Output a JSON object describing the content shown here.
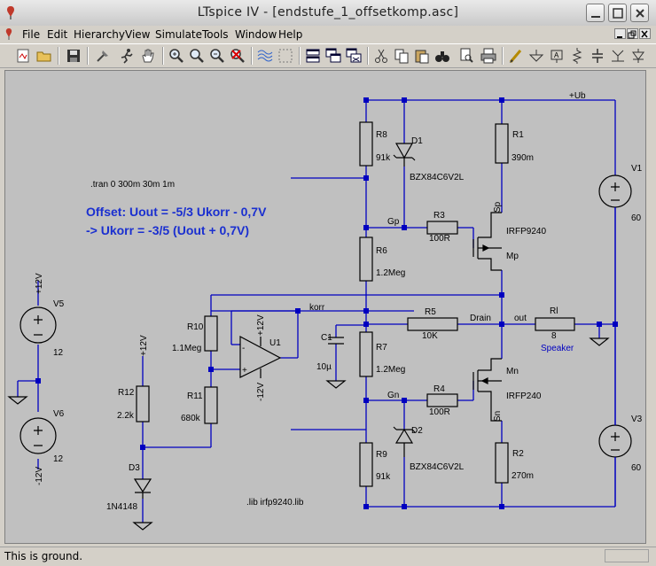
{
  "window": {
    "title": "LTspice IV - [endstufe_1_offsetkomp.asc]"
  },
  "menu": [
    "File",
    "Edit",
    "Hierarchy",
    "View",
    "Simulate",
    "Tools",
    "Window",
    "Help"
  ],
  "toolbar_icons": [
    "new-schematic-icon",
    "open-icon",
    "save-icon",
    "control-panel-icon",
    "run-icon",
    "pan-icon",
    "zoom-in-icon",
    "zoom-full-icon",
    "zoom-out-icon",
    "cancel-zoom-icon",
    "waveform-icon",
    "view-spice-netlist-icon",
    "tile-windows-icon",
    "cascade-windows-icon",
    "close-all-icon",
    "cut-icon",
    "copy-icon",
    "find-icon",
    "print-preview-icon",
    "print-icon",
    "draw-wire-icon",
    "ground-icon",
    "label-icon",
    "resistor-icon",
    "capacitor-icon",
    "inductor-icon"
  ],
  "status": {
    "message": "This is ground."
  },
  "schematic": {
    "directives": {
      "tran": ".tran 0 300m 30m 1m",
      "lib": ".lib irfp9240.lib"
    },
    "comments": {
      "line1": "Offset: Uout = -5/3 Ukorr - 0,7V",
      "line2": "-> Ukorr = -3/5 (Uout + 0,7V)"
    },
    "nets": {
      "ub": "+Ub",
      "gp": "Gp",
      "gn": "Gn",
      "korr": "korr",
      "drain": "Drain",
      "out": "out",
      "sp": "Sp",
      "sn": "Sn",
      "mp": "Mp",
      "mn": "Mn"
    },
    "components": {
      "R8": {
        "name": "R8",
        "value": "91k"
      },
      "D1": {
        "name": "D1",
        "value": "BZX84C6V2L"
      },
      "R1": {
        "name": "R1",
        "value": "390m"
      },
      "R3": {
        "name": "R3",
        "value": "100R"
      },
      "Q1": {
        "value": "IRFP9240"
      },
      "R6": {
        "name": "R6",
        "value": "1.2Meg"
      },
      "R10": {
        "name": "R10",
        "value": "1.1Meg"
      },
      "U1": {
        "name": "U1",
        "vp": "+12V",
        "vn": "-12V"
      },
      "C1": {
        "name": "C1",
        "value": "10µ"
      },
      "R5": {
        "name": "R5",
        "value": "10K"
      },
      "Rl": {
        "name": "Rl",
        "value": "8",
        "label": "Speaker"
      },
      "R7": {
        "name": "R7",
        "value": "1.2Meg"
      },
      "R11": {
        "name": "R11",
        "value": "680k"
      },
      "R4": {
        "name": "R4",
        "value": "100R"
      },
      "Q2": {
        "value": "IRFP240"
      },
      "R12": {
        "name": "R12",
        "value": "2.2k",
        "supply": "+12V"
      },
      "D3": {
        "name": "D3",
        "value": "1N4148"
      },
      "D2": {
        "name": "D2",
        "value": "BZX84C6V2L"
      },
      "R9": {
        "name": "R9",
        "value": "91k"
      },
      "R2": {
        "name": "R2",
        "value": "270m"
      },
      "V1": {
        "name": "V1",
        "value": "60"
      },
      "V3": {
        "name": "V3",
        "value": "60"
      },
      "V5": {
        "name": "V5",
        "value": "12",
        "supply": "+12V"
      },
      "V6": {
        "name": "V6",
        "value": "12",
        "supply": "-12V"
      }
    }
  },
  "colors": {
    "wire": "#0000c0",
    "component": "#000000",
    "junction": "#0000c0",
    "canvas": "#c0c0c0"
  }
}
